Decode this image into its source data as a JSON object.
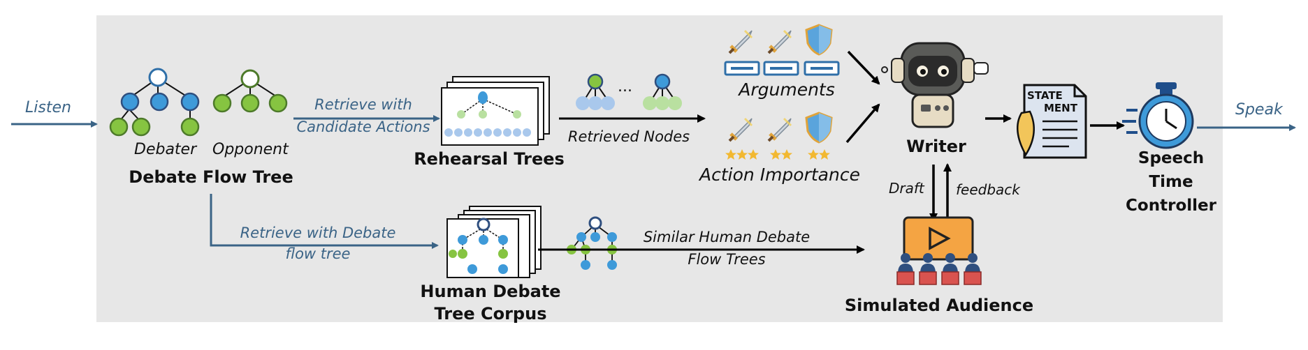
{
  "labels": {
    "listen": "Listen",
    "speak": "Speak",
    "debater": "Debater",
    "opponent": "Opponent",
    "debate_flow_tree": "Debate Flow Tree",
    "retrieve_candidate_1": "Retrieve with",
    "retrieve_candidate_2": "Candidate Actions",
    "rehearsal_trees": "Rehearsal Trees",
    "ellipsis": "...",
    "retrieved_nodes": "Retrieved Nodes",
    "arguments": "Arguments",
    "action_importance": "Action Importance",
    "writer": "Writer",
    "statement_1": "STATE",
    "statement_2": "MENT",
    "speech_time_1": "Speech",
    "speech_time_2": "Time",
    "speech_time_3": "Controller",
    "draft": "Draft",
    "feedback": "feedback",
    "retrieve_flow_1": "Retrieve with Debate",
    "retrieve_flow_2": "flow tree",
    "human_corpus_1": "Human Debate",
    "human_corpus_2": "Tree Corpus",
    "similar_1": "Similar Human Debate",
    "similar_2": "Flow Trees",
    "simulated_audience": "Simulated Audience"
  },
  "colors": {
    "panel": "#e7e7e7",
    "arrow_blue": "#3a6386",
    "node_blue": "#3e9ad9",
    "node_green": "#86c441",
    "node_navy": "#2f4f7f",
    "node_olive": "#4d7a2a",
    "pale_blue": "#a9c8ec",
    "pale_green": "#b9e0a0",
    "star": "#f2b830",
    "shield": "#5aa4dc",
    "audience_orange": "#f4a443",
    "audience_red": "#d9534f"
  }
}
